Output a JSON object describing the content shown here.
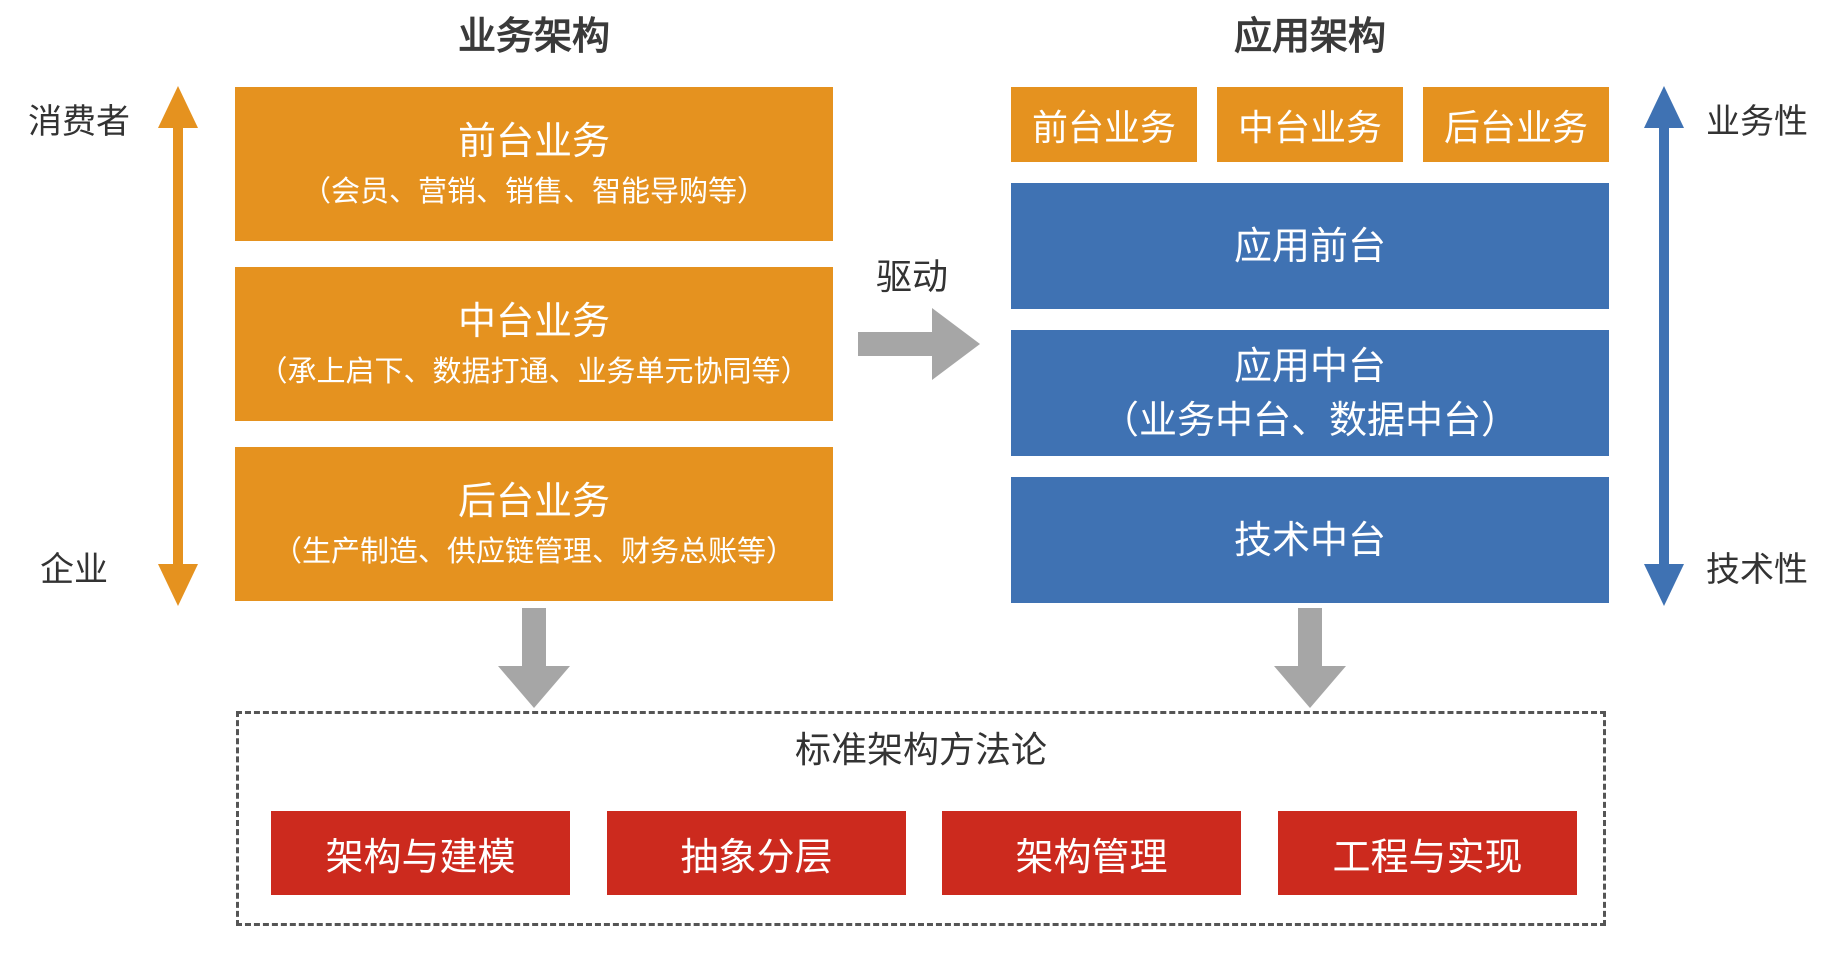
{
  "left": {
    "title": "业务架构",
    "top_label": "消费者",
    "bottom_label": "企业",
    "boxes": [
      {
        "name": "前台业务",
        "detail": "（会员、营销、销售、智能导购等）"
      },
      {
        "name": "中台业务",
        "detail": "（承上启下、数据打通、业务单元协同等）"
      },
      {
        "name": "后台业务",
        "detail": "（生产制造、供应链管理、财务总账等）"
      }
    ],
    "color": "#e5921f"
  },
  "drive_label": "驱动",
  "right": {
    "title": "应用架构",
    "top_label": "业务性",
    "bottom_label": "技术性",
    "top_tags": [
      "前台业务",
      "中台业务",
      "后台业务"
    ],
    "boxes": [
      {
        "name": "应用前台",
        "detail": ""
      },
      {
        "name": "应用中台",
        "detail": "（业务中台、数据中台）"
      },
      {
        "name": "技术中台",
        "detail": ""
      }
    ],
    "color": "#3f72b3"
  },
  "method": {
    "title": "标准架构方法论",
    "items": [
      "架构与建模",
      "抽象分层",
      "架构管理",
      "工程与实现"
    ],
    "color": "#cc2a1e"
  },
  "arrow_color": "#a6a6a6"
}
